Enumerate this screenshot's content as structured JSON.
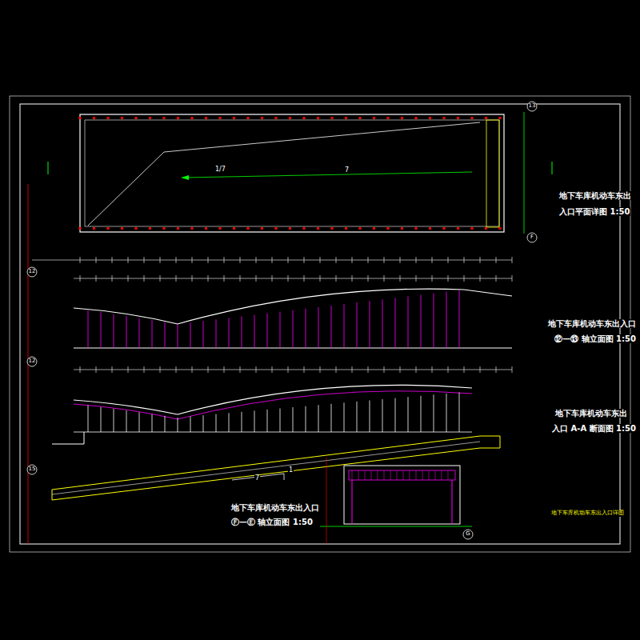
{
  "diagram": {
    "labels": [
      "地下车库机动车东出",
      "入口平面详图 1:50",
      "地下车库机动车东出入口",
      "⑫—⑬ 轴立面图 1:50",
      "地下车库机动车东出",
      "入口 A-A 断面图 1:50",
      "地下车库机动车东出入口",
      "Ⓕ—Ⓔ 轴立面图 1:50",
      "地下车库机动车东出入口详图",
      "1/7",
      "7",
      "7",
      "1",
      "12",
      "12",
      "15",
      "13",
      "F",
      "G"
    ]
  }
}
